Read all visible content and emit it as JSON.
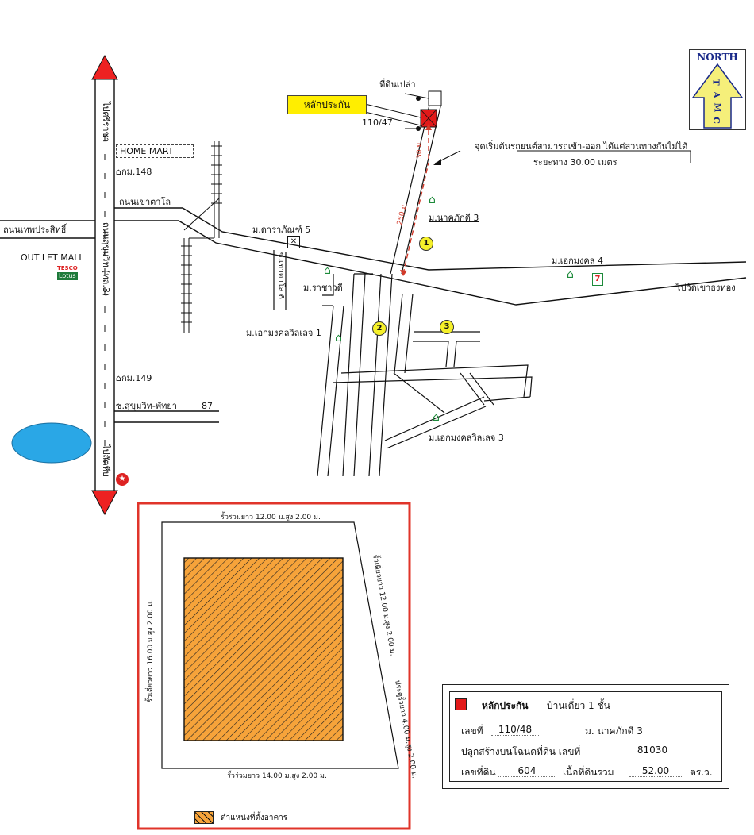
{
  "map": {
    "north": {
      "label": "NORTH",
      "letters": [
        "T",
        "A",
        "M",
        "C"
      ],
      "arrow_color": "#f5ef7a"
    },
    "collateral_callout": "หลักประกัน",
    "labels": {
      "vacant_land": "ที่ดินเปล่า",
      "house_no": "110/47",
      "dist_30": "30 ม.",
      "dist_250": "250 ม.",
      "start_point_line1": "จุดเริ่มต้นรถยนต์สามารถเข้า-ออก ได้แต่สวนทางกันไม่ได้",
      "start_point_line2": "ระยะทาง 30.00 เมตร",
      "to_sriracha": "ไปศรีราชา",
      "to_sattahip": "ไปสัตหีบ",
      "home_mart": "HOME MART",
      "km148": "กม.148",
      "km149": "กม.149",
      "khao_talo_road": "ถนนเขาตาโล",
      "thepprasit_road": "ถนนเทพประสิทธิ์",
      "sukhumvit_road": "ถนนสุขุมวิท (ทล.3)",
      "outlet_mall": "OUT LET MALL",
      "tesco": "TESCO",
      "lotus": "Lotus",
      "soi_sukhumvit_pattaya": "ซ.สุขุมวิท-พัทยา",
      "soi_87": "87",
      "daraphan_5": "ม.ดาราภัณฑ์ 5",
      "soi_khao_talo_6": "ซ.เขาตาโล 6",
      "rachawadee": "ม.ราชาวดี",
      "ekmongkol_villej_1": "ม.เอกมงคลวิลเลจ 1",
      "ekmongkol_villej_3": "ม.เอกมงคลวิลเลจ 3",
      "naka_phakdee_3": "ม.นาคภักดี 3",
      "ekmongkol_4": "ม.เอกมงคล 4",
      "to_wat_khao_thong": "ไปวัดเขาธงทอง",
      "num_1": "1",
      "num_2": "2",
      "num_3": "3"
    },
    "colors": {
      "pond": "#2aa7e6",
      "route": "#d23a2a",
      "callout": "#ffee00",
      "collateral": "#e21a1a"
    }
  },
  "plot_plan": {
    "fence_top": "รั้วร่วมยาว 12.00 ม.สูง 2.00 ม.",
    "fence_right": "รั้วเดี่ยวยาว 12.00 ม.สูง 2.00 ม.",
    "gate_right": "ประตูรั้วยาว 4.00 ม.สูง 2.00 ม.",
    "fence_bottom": "รั้วร่วมยาว 14.00 ม.สูง 2.00 ม.",
    "fence_left": "รั้วเดี่ยวยาว 16.00 ม.สูง 2.00 ม.",
    "legend": "ตำแหน่งที่ตั้งอาคาร",
    "border_color": "#e0342a",
    "building_color": "#f6a33a"
  },
  "info_panel": {
    "title": "หลักประกัน",
    "type": "บ้านเดี่ยว 1 ชั้น",
    "number_label": "เลขที่",
    "number_value": "110/48",
    "village": "ม. นาคภักดี 3",
    "deed_label": "ปลูกสร้างบนโฉนดที่ดิน เลขที่",
    "deed_value": "81030",
    "land_no_label": "เลขที่ดิน",
    "land_no_value": "604",
    "area_label": "เนื้อที่ดินรวม",
    "area_value": "52.00",
    "area_unit": "ตร.ว."
  }
}
